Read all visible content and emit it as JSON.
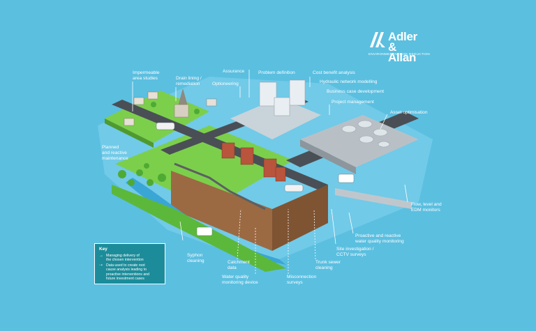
{
  "logo": {
    "brand": "Adler &\nAllan",
    "tagline": "ENVIRONMENTAL RISK REDUCTION",
    "icon": "aa-monogram-icon"
  },
  "labels": {
    "impermeable": "Impermeable\narea studies",
    "drain_lining": "Drain lining /\nremediation",
    "assurance": "Assurance",
    "optioneering": "Optioneering",
    "problem_definition": "Problem definition",
    "cost_benefit": "Cost benefit analysis",
    "hydraulic": "Hydraulic network modelling",
    "business_case": "Business case development",
    "project_management": "Project management",
    "asset_optimisation": "Asset optimisation",
    "planned_reactive": "Planned\nand reactive\nmaintenance",
    "flow_level": "Flow, level and\nEDM monitors",
    "proactive": "Proactive and reactive\nwater quality monitoring",
    "site_investigation": "Site investigation /\nCCTV surveys",
    "trunk_sewer": "Trunk sewer\ncleaning",
    "misconnection": "Misconnection\nsurveys",
    "water_quality_device": "Water quality\nmonitoring device",
    "catchment": "Catchment\ndata",
    "syphon": "Syphon\ncleaning"
  },
  "key": {
    "title": "Key",
    "items": [
      {
        "arrow": "solid-arrow-icon",
        "text": "Managing delivery of\nthe chosen intervention"
      },
      {
        "arrow": "dashed-arrow-icon",
        "text": "Data used to create root\ncause analysis leading to\nproactive interventions and\nfuture investment cases"
      }
    ]
  },
  "colors": {
    "background": "#5bbfe0",
    "grass": "#7ccf4b",
    "road": "#4a4f55",
    "soil": "#9b6a43",
    "water": "#3aa6d6",
    "key_panel": "#1c8c9a"
  }
}
